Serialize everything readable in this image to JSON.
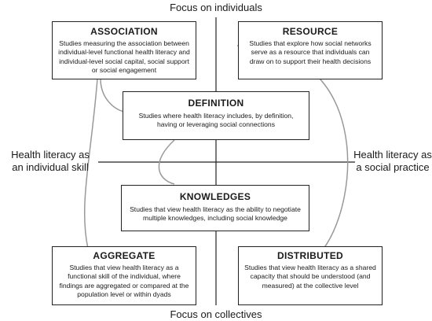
{
  "axes": {
    "top": "Focus on individuals",
    "bottom": "Focus on collectives",
    "left_line1": "Health literacy as",
    "left_line2": "an individual skill",
    "right_line1": "Health literacy as",
    "right_line2": "a social practice"
  },
  "boxes": {
    "association": {
      "title": "ASSOCIATION",
      "text": "Studies measuring the association between individual-level functional health literacy and individual-level social capital, social support or social engagement"
    },
    "resource": {
      "title": "RESOURCE",
      "text": "Studies that explore how social networks serve as a resource that individuals can draw on to support their health decisions"
    },
    "definition": {
      "title": "DEFINITION",
      "text": "Studies where health literacy includes, by definition, having or leveraging social connections"
    },
    "knowledges": {
      "title": "KNOWLEDGES",
      "text": "Studies that view health literacy as the ability to negotiate multiple knowledges, including social knowledge"
    },
    "aggregate": {
      "title": "AGGREGATE",
      "text": "Studies that view health literacy as a functional skill of the individual, where findings are aggregated or compared at the population level or within dyads"
    },
    "distributed": {
      "title": "DISTRIBUTED",
      "text": "Studies that view health literacy as a shared capacity that should be understood (and measured) at the collective level"
    }
  }
}
